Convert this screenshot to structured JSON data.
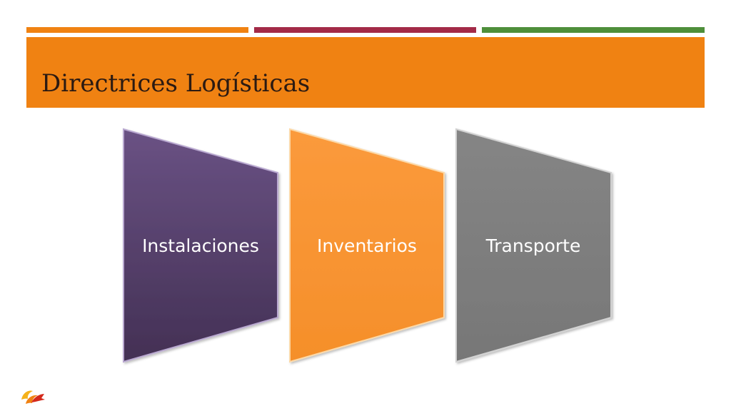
{
  "title": "Directrices Logísticas",
  "colors": {
    "accent_bars": [
      "#f08212",
      "#a32a47",
      "#4e8f3a"
    ],
    "title_band": "#f08212",
    "title_text": "#2b1a12"
  },
  "panels": [
    {
      "label": "Instalaciones",
      "color_top": "#6a5284",
      "color_bottom": "#433054",
      "border": "#b9a8d0"
    },
    {
      "label": "Inventarios",
      "color_top": "#fb9a3c",
      "color_bottom": "#f58f2a",
      "border": "#fcd9a8"
    },
    {
      "label": "Transporte",
      "color_top": "#858585",
      "color_bottom": "#777777",
      "border": "#d2d2d2"
    }
  ],
  "logo_icon": "brand-flame-logo-icon"
}
